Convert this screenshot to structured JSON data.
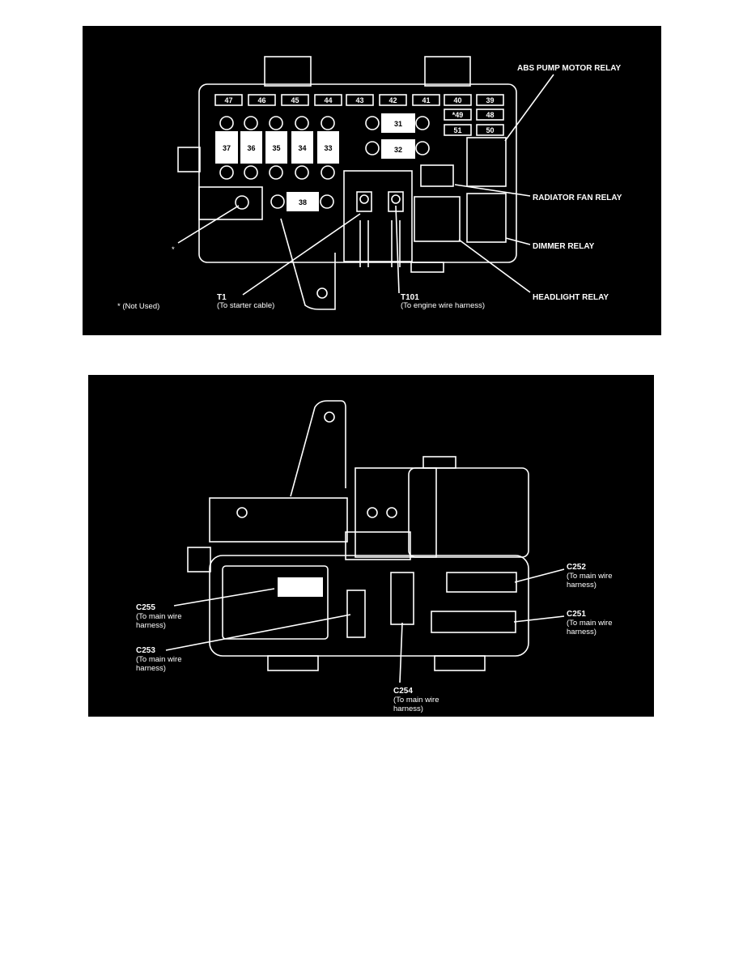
{
  "top_diagram": {
    "fuse_row": [
      "47",
      "46",
      "45",
      "44",
      "43",
      "42",
      "41",
      "40",
      "39"
    ],
    "right_fuses": [
      "*49",
      "48",
      "51",
      "50"
    ],
    "vertical_fuses": [
      "37",
      "36",
      "35",
      "34",
      "33"
    ],
    "horizontal_fuses": [
      "31",
      "32"
    ],
    "fuse_38": "38",
    "labels": {
      "abs": "ABS PUMP MOTOR RELAY",
      "radiator": "RADIATOR FAN RELAY",
      "dimmer": "DIMMER RELAY",
      "headlight": "HEADLIGHT RELAY",
      "asterisk": "*",
      "not_used": "* (Not Used)",
      "t1": "T1",
      "t1_sub": "(To starter cable)",
      "t101": "T101",
      "t101_sub": "(To engine wire harness)"
    }
  },
  "bottom_diagram": {
    "labels": {
      "c252": "C252",
      "c252_sub1": "(To main wire",
      "c252_sub2": "harness)",
      "c251": "C251",
      "c251_sub1": "(To main wire",
      "c251_sub2": "harness)",
      "c255": "C255",
      "c255_sub1": "(To main wire",
      "c255_sub2": "harness)",
      "c253": "C253",
      "c253_sub1": "(To main wire",
      "c253_sub2": "harness)",
      "c254": "C254",
      "c254_sub1": "(To main wire",
      "c254_sub2": "harness)"
    }
  }
}
